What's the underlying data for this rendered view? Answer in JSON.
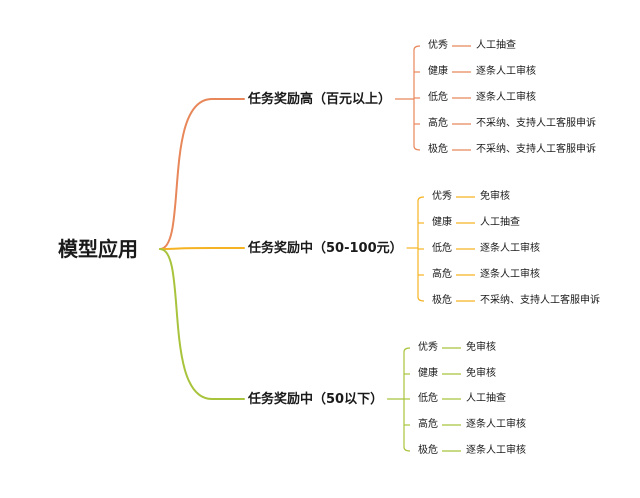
{
  "root": {
    "label": "模型应用"
  },
  "colors": {
    "high": "#e8875a",
    "mid": "#f5b323",
    "low": "#a8c43c"
  },
  "branches": [
    {
      "label": "任务奖励高（百元以上）",
      "color_key": "high",
      "items": [
        {
          "level": "优秀",
          "action": "人工抽查"
        },
        {
          "level": "健康",
          "action": "逐条人工审核"
        },
        {
          "level": "低危",
          "action": "逐条人工审核"
        },
        {
          "level": "高危",
          "action": "不采纳、支持人工客服申诉"
        },
        {
          "level": "极危",
          "action": "不采纳、支持人工客服申诉"
        }
      ]
    },
    {
      "label": "任务奖励中（50-100元）",
      "color_key": "mid",
      "items": [
        {
          "level": "优秀",
          "action": "免审核"
        },
        {
          "level": "健康",
          "action": "人工抽查"
        },
        {
          "level": "低危",
          "action": "逐条人工审核"
        },
        {
          "level": "高危",
          "action": "逐条人工审核"
        },
        {
          "level": "极危",
          "action": "不采纳、支持人工客服申诉"
        }
      ]
    },
    {
      "label": "任务奖励中（50以下）",
      "color_key": "low",
      "items": [
        {
          "level": "优秀",
          "action": "免审核"
        },
        {
          "level": "健康",
          "action": "免审核"
        },
        {
          "level": "低危",
          "action": "人工抽查"
        },
        {
          "level": "高危",
          "action": "逐条人工审核"
        },
        {
          "level": "极危",
          "action": "逐条人工审核"
        }
      ]
    }
  ]
}
